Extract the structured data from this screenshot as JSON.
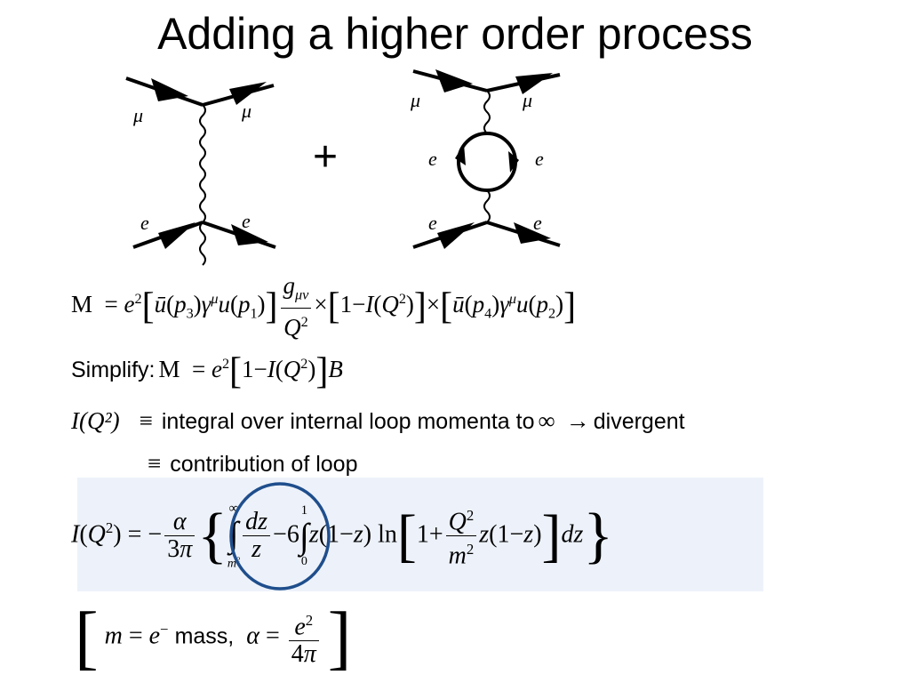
{
  "title": "Adding a higher order process",
  "diagrams": {
    "left": {
      "top_left": "μ",
      "top_right": "μ",
      "bottom_left": "e",
      "bottom_right": "e"
    },
    "plus": "+",
    "right": {
      "top_left": "μ",
      "top_right": "μ",
      "loop_left": "e",
      "loop_right": "e",
      "bottom_left": "e",
      "bottom_right": "e"
    }
  },
  "equations": {
    "amplitude_lhs": "M",
    "simplify_label": "Simplify:",
    "simplify_lhs": "M",
    "iq_lhs": "I(Q²)",
    "equiv1": "≡",
    "integral_text": "integral over internal loop momenta to",
    "infinity": "∞",
    "arrow": "→",
    "divergent": "divergent",
    "equiv2": "≡",
    "contribution": "contribution of loop",
    "mass_text": "mass,"
  },
  "colors": {
    "highlight": "#edf2fa",
    "circle": "#1f4e8c"
  }
}
